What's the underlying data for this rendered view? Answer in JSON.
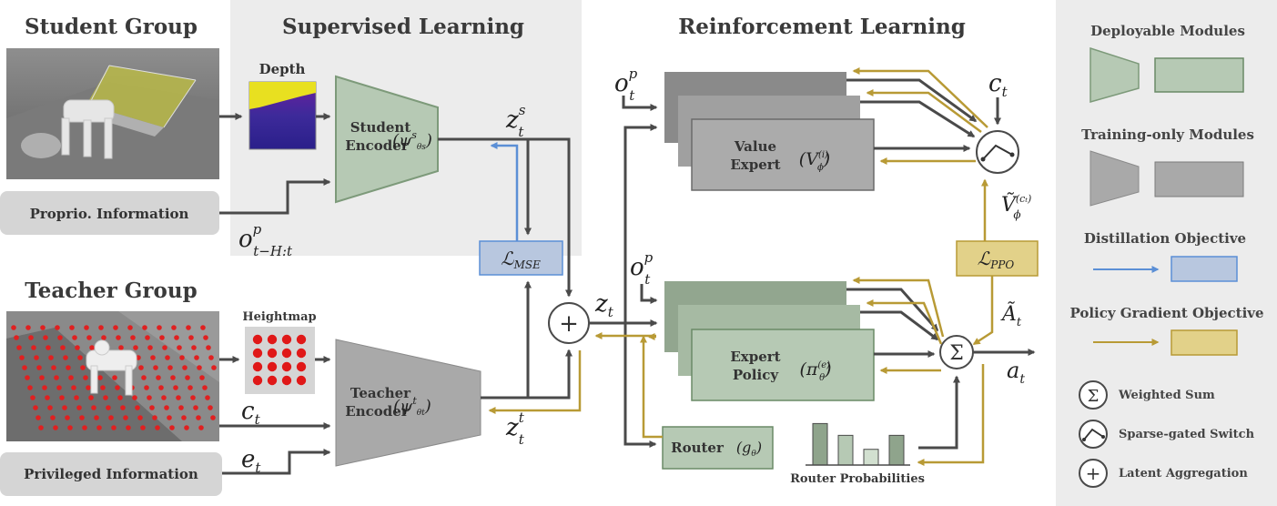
{
  "headings": {
    "student_group": "Student Group",
    "supervised_learning": "Supervised Learning",
    "reinforcement_learning": "Reinforcement Learning",
    "teacher_group": "Teacher Group"
  },
  "inputs": {
    "depth": "Depth",
    "heightmap": "Heightmap",
    "proprio": "Proprio. Information",
    "privileged": "Privileged Information"
  },
  "modules": {
    "student_encoder": "Student Encoder",
    "student_encoder_line1": "Student",
    "student_encoder_line2": "Encoder",
    "teacher_encoder_line1": "Teacher",
    "teacher_encoder_line2": "Encoder",
    "value_expert_line1": "Value",
    "value_expert_line2": "Expert",
    "expert_policy_line1": "Expert",
    "expert_policy_line2": "Policy",
    "router": "Router",
    "router_probabilities": "Router Probabilities"
  },
  "symbols": {
    "op_t": "o",
    "ct": "c",
    "et": "e",
    "zst": "z",
    "ztt": "z",
    "zt": "z",
    "at": "a",
    "lmse": "ℒ",
    "lmse_sub": "MSE",
    "lppo": "ℒ",
    "lppo_sub": "PPO",
    "sum": "Σ",
    "plus": "+"
  },
  "legend": {
    "deployable": "Deployable Modules",
    "training_only": "Training-only Modules",
    "distillation": "Distillation Objective",
    "policy_gradient": "Policy Gradient Objective",
    "weighted_sum": "Weighted Sum",
    "sparse_switch": "Sparse-gated Switch",
    "latent_aggregation": "Latent Aggregation"
  },
  "router_probabilities": [
    0.95,
    0.68,
    0.36,
    0.68
  ],
  "colors": {
    "deployable": "#b6c9b4",
    "training_only": "#a9a9a9",
    "distillation": "#5b8fd6",
    "policy_gradient": "#b89a35",
    "arrow": "#4a4a4a"
  }
}
